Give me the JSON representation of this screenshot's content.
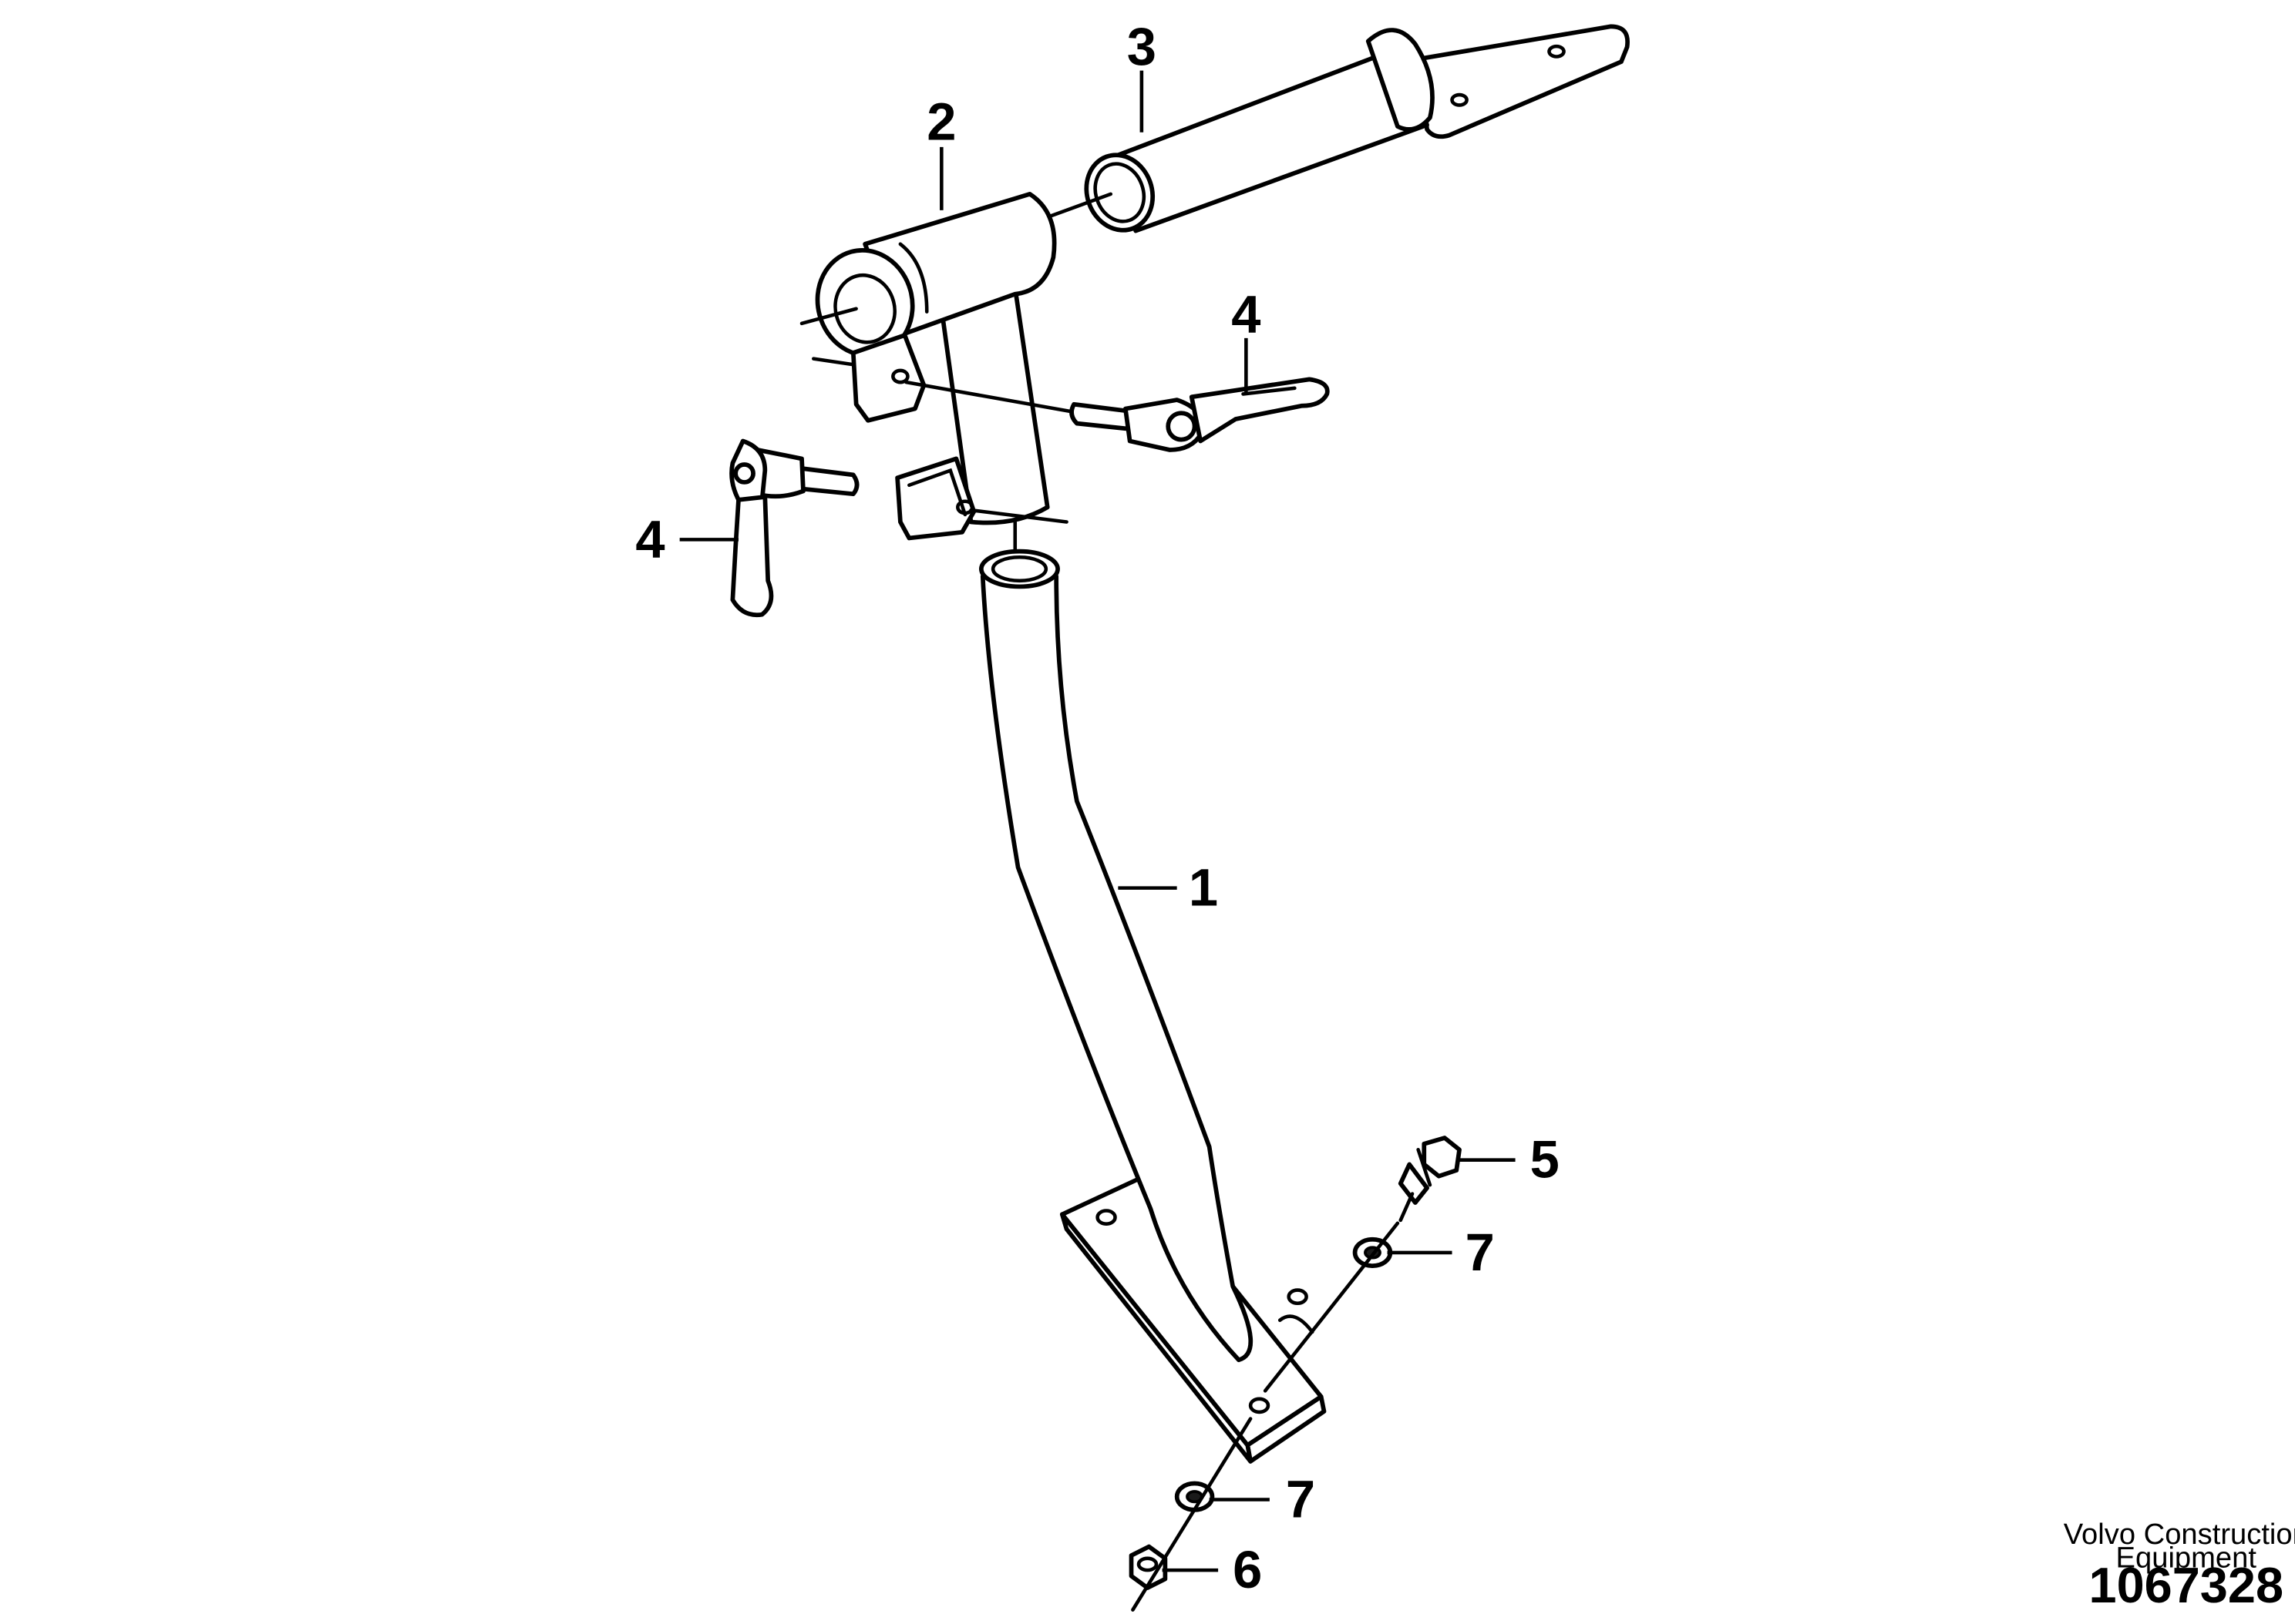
{
  "callouts": {
    "c1": "1",
    "c2": "2",
    "c3": "3",
    "c4a": "4",
    "c4b": "4",
    "c5": "5",
    "c6": "6",
    "c7a": "7",
    "c7b": "7"
  },
  "footer": {
    "company_line1": "Volvo Construction",
    "company_line2": "Equipment",
    "drawing_number": "1067328"
  }
}
